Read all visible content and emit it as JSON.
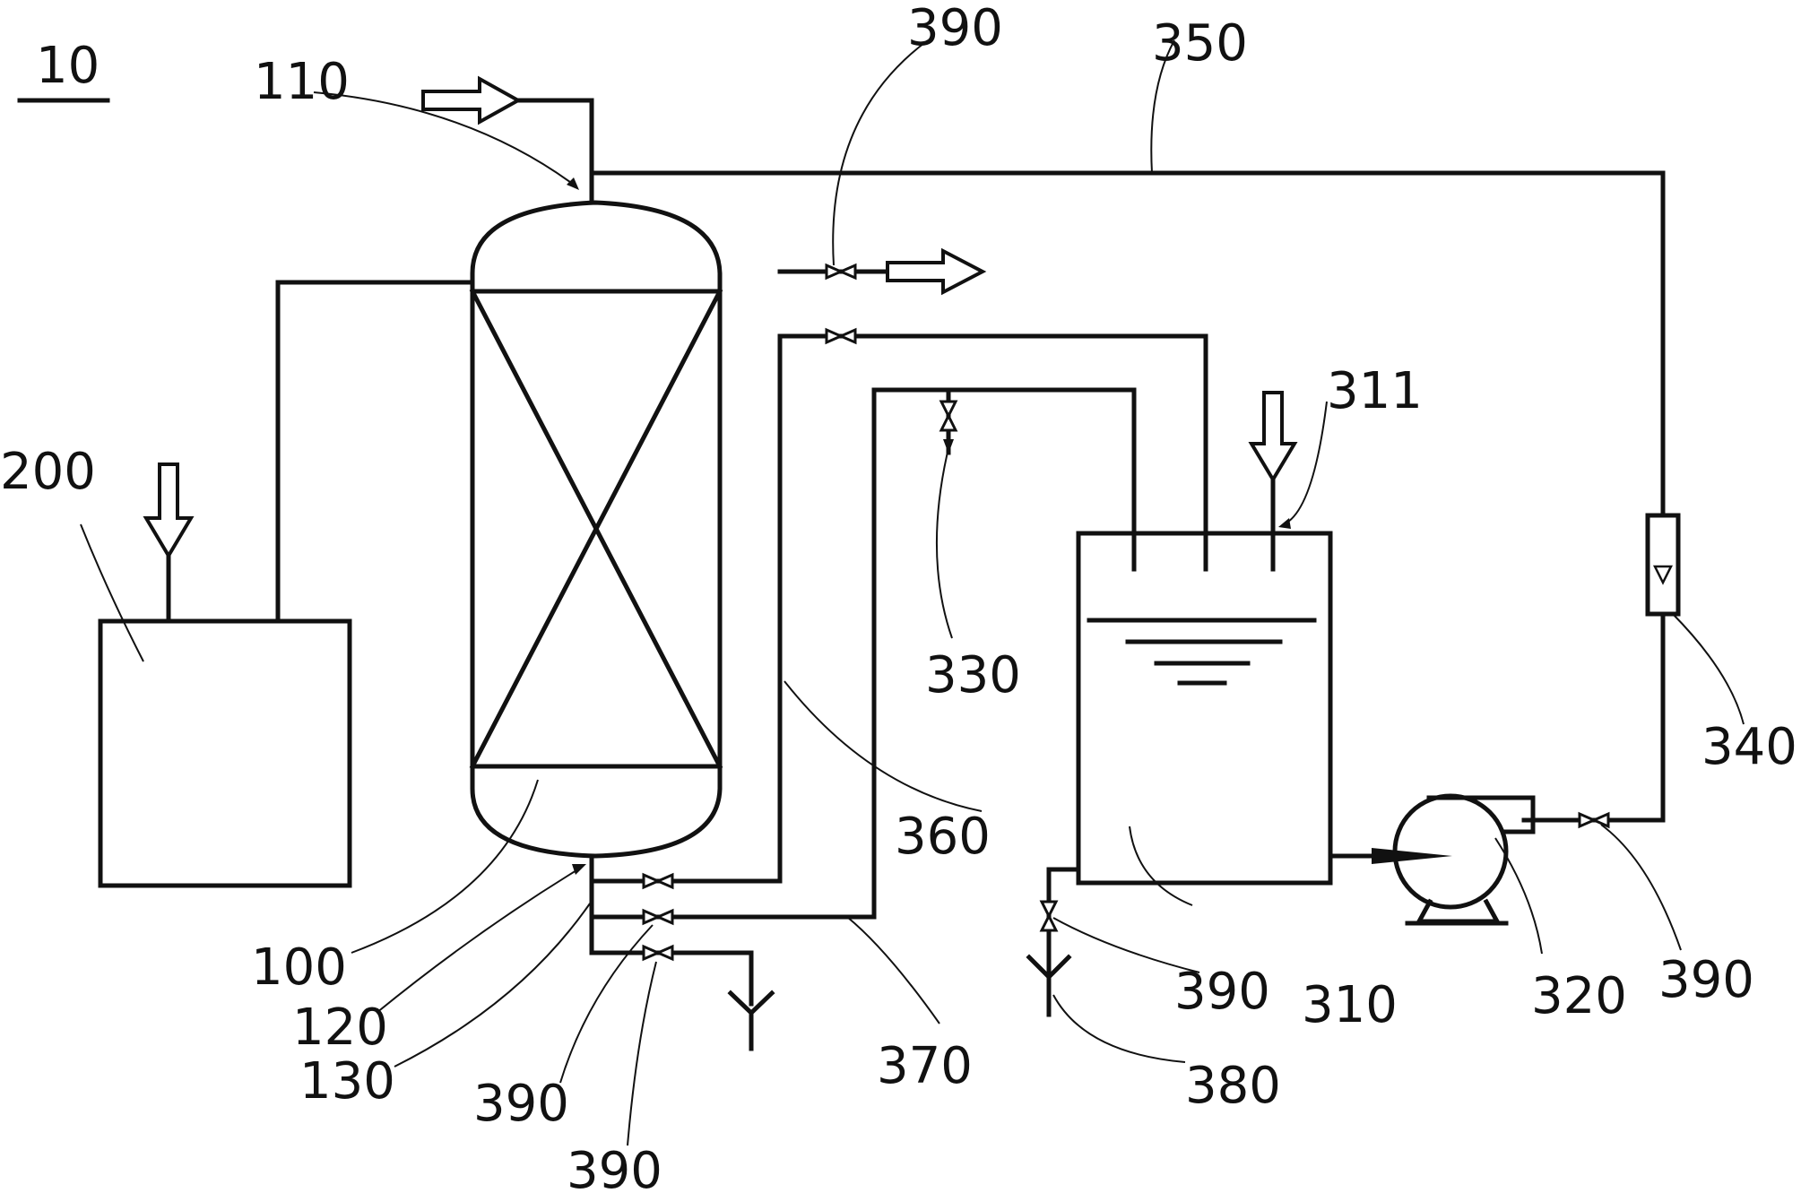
{
  "figure_label": "10",
  "labels": {
    "inlet_top": "110",
    "reactor": "100",
    "outlet_bottom": "120",
    "drain_line": "130",
    "feeder": "200",
    "tank": "310",
    "tank_inlet": "311",
    "pump": "320",
    "check_valve": "330",
    "flowmeter": "340",
    "return_line": "350",
    "line_360": "360",
    "line_370": "370",
    "tank_drain": "380",
    "valve_top": "390",
    "valve_tank_drain": "390",
    "valve_pump": "390",
    "valve_bottom_a": "390",
    "valve_bottom_b": "390"
  }
}
